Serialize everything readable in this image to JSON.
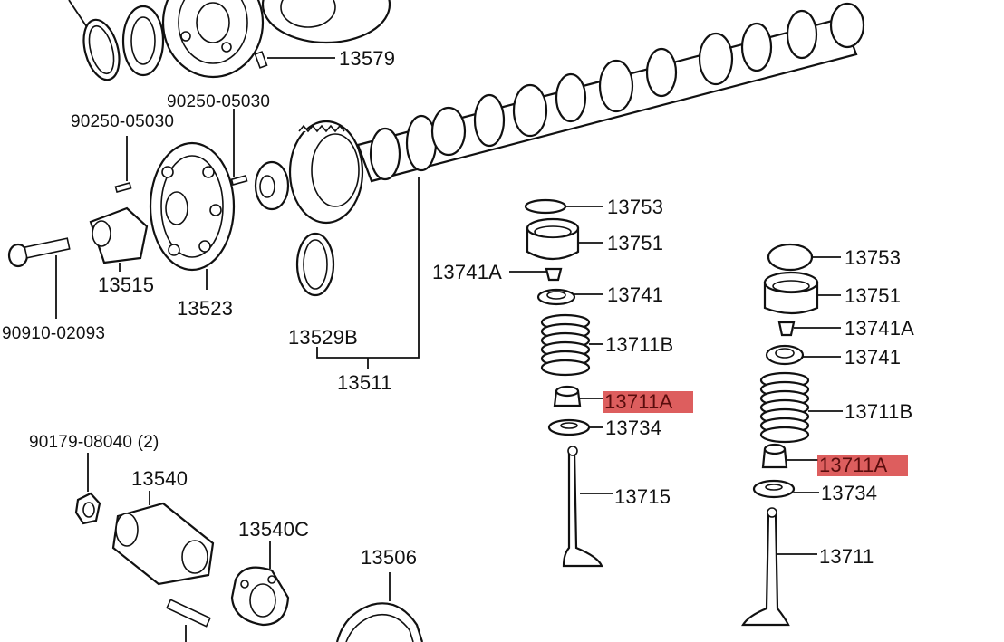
{
  "labels": {
    "p13579": "13579",
    "p90250a": "90250-05030",
    "p90250b": "90250-05030",
    "p13515": "13515",
    "p13523": "13523",
    "p90910": "90910-02093",
    "p13529b": "13529B",
    "p13511": "13511",
    "l13753": "13753",
    "l13751": "13751",
    "l13741a": "13741A",
    "l13741": "13741",
    "l13711b": "13711B",
    "l13711a": "13711A",
    "l13734": "13734",
    "l13715": "13715",
    "r13753": "13753",
    "r13751": "13751",
    "r13741a": "13741A",
    "r13741": "13741",
    "r13711b": "13711B",
    "r13711a": "13711A",
    "r13734": "13734",
    "r13711": "13711",
    "p90179": "90179-08040 (2)",
    "p13540": "13540",
    "p13540c": "13540C",
    "p13506": "13506"
  },
  "highlight_color": "#d63a3a"
}
